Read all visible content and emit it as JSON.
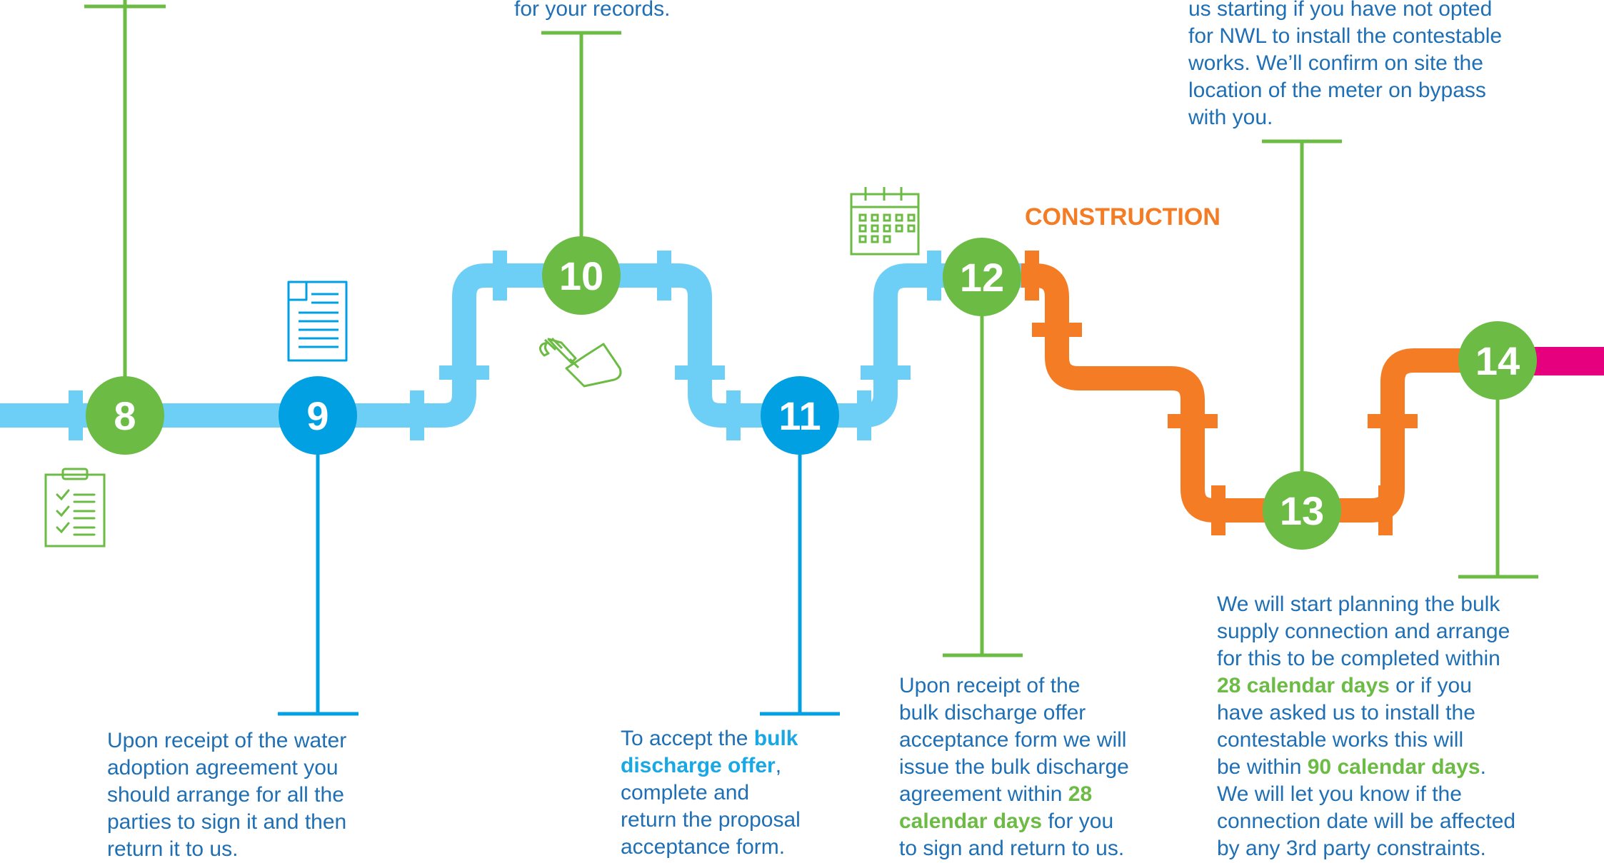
{
  "stage_label": "CONSTRUCTION",
  "steps": [
    {
      "number": "8"
    },
    {
      "number": "9"
    },
    {
      "number": "10"
    },
    {
      "number": "11"
    },
    {
      "number": "12"
    },
    {
      "number": "13"
    },
    {
      "number": "14"
    }
  ],
  "texts": {
    "step10_top": "for your records.",
    "step13_top": [
      "us starting if you have not opted",
      "for NWL to install the contestable",
      "works. We’ll confirm on site the",
      "location of the meter on bypass",
      "with you."
    ],
    "step9": [
      "Upon receipt of the water",
      "adoption agreement you",
      "should arrange for all the",
      "parties to sign it and then",
      "return it to us."
    ],
    "step11": {
      "a": "To accept the ",
      "b": "bulk",
      "c": "discharge offer",
      "d": ",",
      "e": "complete and",
      "f": "return the proposal",
      "g": "acceptance form."
    },
    "step12": {
      "l1": "Upon receipt of the",
      "l2": "bulk discharge offer",
      "l3": "acceptance form we will",
      "l4": "issue the bulk discharge",
      "l5a": "agreement within ",
      "l5b": "28",
      "l6a": "calendar days",
      "l6b": " for you",
      "l7": "to sign and return to us."
    },
    "step14": {
      "l1": "We will start planning the bulk",
      "l2": "supply connection and arrange",
      "l3": "for this to be completed within",
      "l4a": "28 calendar days",
      "l4b": " or if you",
      "l5": "have asked us to install the",
      "l6": "contestable works this will",
      "l7a": "be within ",
      "l7b": "90 calendar days",
      "l7c": ".",
      "l8": "We will let you know if the",
      "l9": "connection date will be affected",
      "l10": "by any 3rd party constraints."
    }
  },
  "icons": [
    "checklist-icon",
    "document-icon",
    "shovel-icon",
    "calendar-icon"
  ],
  "colors": {
    "pipe_blue": "#6dcff6",
    "pipe_orange": "#f47c25",
    "pipe_magenta": "#e6007e",
    "green": "#6cbb45",
    "blue": "#00a0e3",
    "text": "#1f6fb5"
  }
}
